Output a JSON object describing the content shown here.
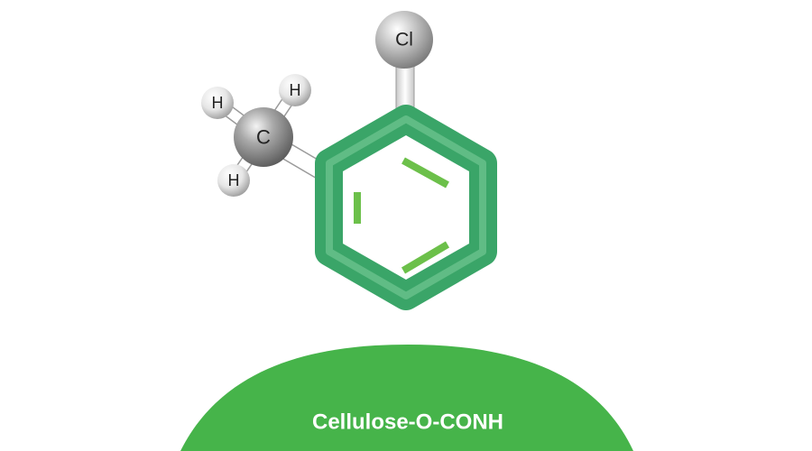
{
  "molecule": {
    "atoms": {
      "chlorine": "Cl",
      "carbon": "C",
      "hydrogen_top_left": "H",
      "hydrogen_top_right": "H",
      "hydrogen_bottom": "H"
    }
  },
  "support": {
    "label": "Cellulose-O-CONH"
  },
  "colors": {
    "ring": "#3aa568",
    "ring_highlight": "#8ed3a7",
    "double_bond": "#6cc04a",
    "support": "#46b44a",
    "support_text": "#ffffff",
    "bond": "#ffffff",
    "bond_outline": "#8a8a8a",
    "chlorine_atom": "#a5a5a5",
    "carbon_atom": "#8c8c8c",
    "hydrogen_atom": "#e2e2e2",
    "atom_text": "#222222"
  }
}
